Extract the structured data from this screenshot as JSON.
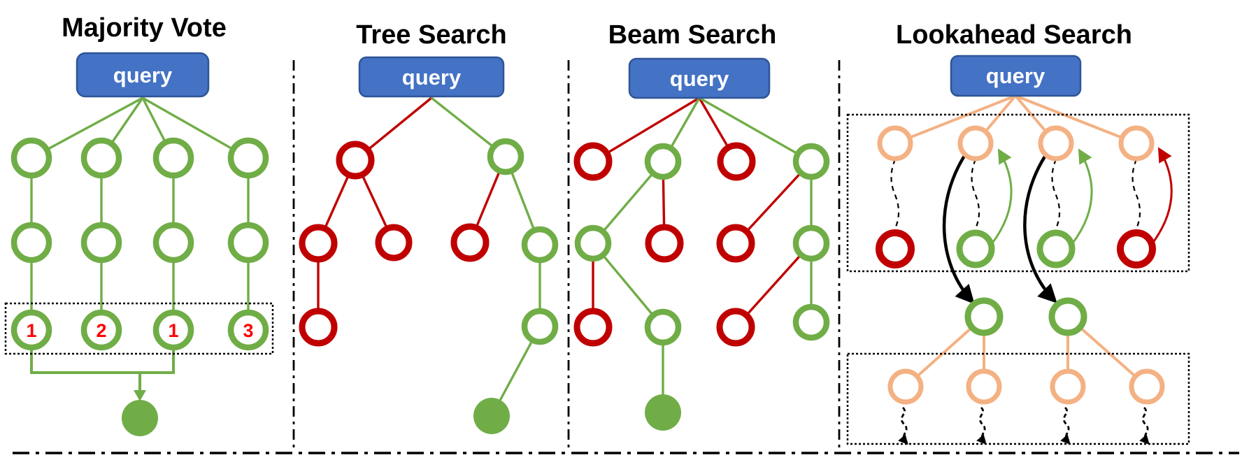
{
  "panels": [
    {
      "title": "Majority Vote",
      "query_label": "query"
    },
    {
      "title": "Tree Search",
      "query_label": "query"
    },
    {
      "title": "Beam Search",
      "query_label": "query"
    },
    {
      "title": "Lookahead Search",
      "query_label": "query"
    }
  ],
  "majority_vote": {
    "num_chains": 4,
    "steps_per_chain": 3,
    "vote_counts": [
      "1",
      "2",
      "1",
      "3"
    ],
    "final_answer_node": "solid green"
  },
  "tree_search": {
    "level_1_nodes": [
      "red",
      "green"
    ],
    "level_2_nodes": [
      "red",
      "red",
      "red",
      "green"
    ],
    "level_3_nodes": [
      "red",
      "green"
    ],
    "final_answer_node": "solid green"
  },
  "beam_search": {
    "level_1_nodes": [
      "red",
      "green",
      "red",
      "green"
    ],
    "level_2_nodes": [
      "green",
      "red",
      "red",
      "green"
    ],
    "level_3_nodes": [
      "red",
      "green",
      "red",
      "green"
    ],
    "final_answer_node": "solid green"
  },
  "lookahead_search": {
    "expansion_nodes": [
      "orange",
      "orange",
      "orange",
      "orange"
    ],
    "rollout_result_nodes": [
      "red",
      "green",
      "green",
      "red"
    ],
    "selected_nodes": [
      "green",
      "green"
    ],
    "next_expansion_nodes": [
      "orange",
      "orange",
      "orange",
      "orange"
    ]
  },
  "colors": {
    "green": "#70AD47",
    "red": "#C00000",
    "orange": "#F4B183",
    "query_fill": "#4472C4",
    "query_border": "#2F5597",
    "query_text": "#FFFFFF",
    "vote_number": "#FF0000",
    "title": "#000000"
  }
}
